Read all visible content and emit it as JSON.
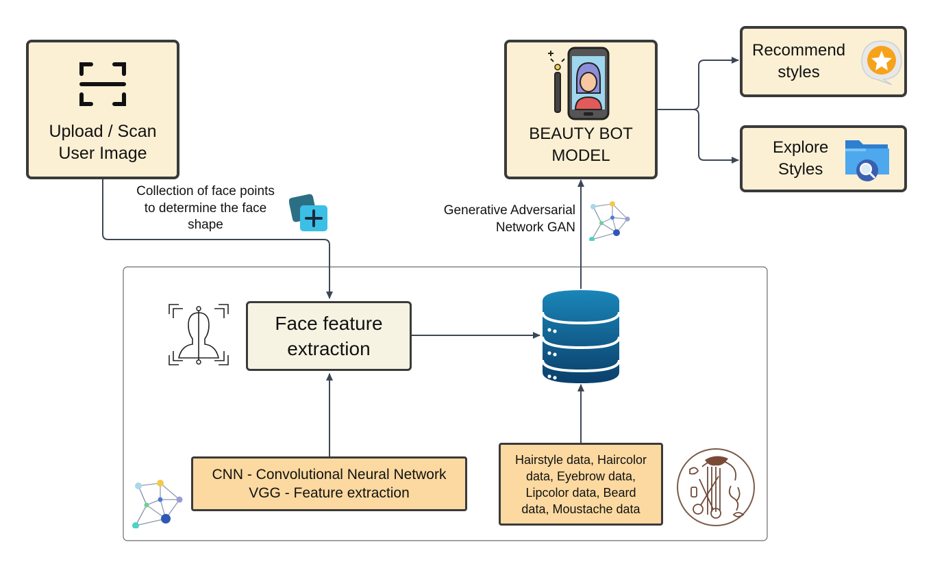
{
  "upload_box": {
    "line1": "Upload / Scan",
    "line2": "User Image"
  },
  "collection_label": {
    "line1": "Collection of face points",
    "line2": "to determine the face",
    "line3": "shape"
  },
  "beauty_box": {
    "line1": "BEAUTY BOT",
    "line2": "MODEL"
  },
  "gan_label": {
    "line1": "Generative Adversarial",
    "line2": "Network GAN"
  },
  "recommend_box": {
    "line1": "Recommend",
    "line2": "styles"
  },
  "explore_box": {
    "line1": "Explore",
    "line2": "Styles"
  },
  "face_box": {
    "line1": "Face feature",
    "line2": "extraction"
  },
  "cnn_box": {
    "line1": "CNN  - Convolutional Neural Network",
    "line2": "VGG - Feature extraction"
  },
  "data_box": {
    "line1": "Hairstyle data, Haircolor",
    "line2": "data, Eyebrow data,",
    "line3": "Lipcolor data, Beard",
    "line4": "data, Moustache data"
  },
  "icons": [
    "scan-icon",
    "beauty-phone-icon",
    "star-badge-icon",
    "folder-search-icon",
    "face-scan-icon",
    "database-icon",
    "network-icon",
    "add-layer-icon",
    "salon-tools-icon"
  ],
  "colors": {
    "box_fill": "#fbf0d4",
    "data_fill": "#fcd9a0",
    "border": "#3a3a3a",
    "arrow": "#3d4654",
    "database": "#0d5a8a"
  }
}
